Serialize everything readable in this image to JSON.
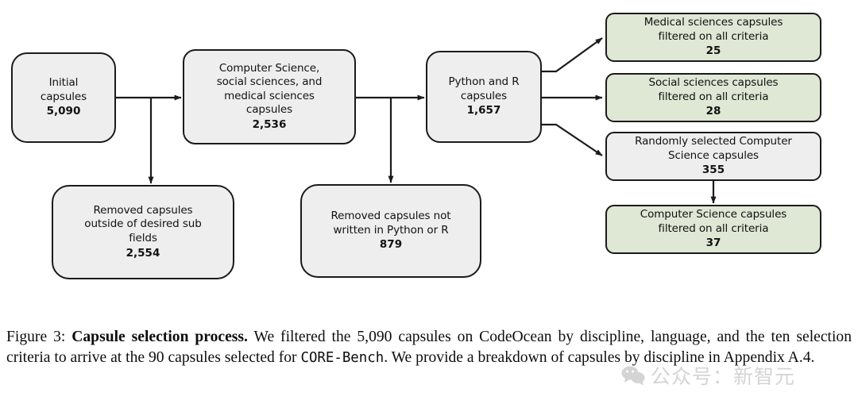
{
  "figure": {
    "type": "flowchart",
    "colors": {
      "box_grey": "#eeeeee",
      "box_green": "#dfe7d5",
      "stroke": "#1b1b1b",
      "background": "#ffffff"
    },
    "nodes": [
      {
        "id": "initial",
        "text": "Initial\ncapsules",
        "value": "5,090",
        "style": "grey"
      },
      {
        "id": "disciplines",
        "text": "Computer Science,\nsocial sciences, and\nmedical sciences\ncapsules",
        "value": "2,536",
        "style": "grey"
      },
      {
        "id": "pythonr",
        "text": "Python and R\ncapsules",
        "value": "1,657",
        "style": "grey"
      },
      {
        "id": "removed_subfield",
        "text": "Removed capsules\noutside of desired sub\nfields",
        "value": "2,554",
        "style": "grey"
      },
      {
        "id": "removed_lang",
        "text": "Removed capsules not\nwritten in Python or R",
        "value": "879",
        "style": "grey"
      },
      {
        "id": "medical",
        "text": "Medical sciences capsules\nfiltered on all criteria",
        "value": "25",
        "style": "green"
      },
      {
        "id": "social",
        "text": "Social sciences capsules\nfiltered on all criteria",
        "value": "28",
        "style": "green"
      },
      {
        "id": "random_cs",
        "text": "Randomly selected Computer\nScience capsules",
        "value": "355",
        "style": "grey"
      },
      {
        "id": "cs_filtered",
        "text": "Computer Science capsules\nfiltered on all criteria",
        "value": "37",
        "style": "green"
      }
    ],
    "edges": [
      {
        "from": "initial",
        "to": "disciplines"
      },
      {
        "from": "initial",
        "to": "removed_subfield"
      },
      {
        "from": "disciplines",
        "to": "pythonr"
      },
      {
        "from": "disciplines",
        "to": "removed_lang"
      },
      {
        "from": "pythonr",
        "to": "medical"
      },
      {
        "from": "pythonr",
        "to": "social"
      },
      {
        "from": "pythonr",
        "to": "random_cs"
      },
      {
        "from": "random_cs",
        "to": "cs_filtered"
      }
    ]
  },
  "caption": {
    "label": "Figure 3:",
    "title": "Capsule selection process.",
    "body_part1": "We filtered the 5,090 capsules on CodeOcean by discipline, language, and the ten selection criteria to arrive at the 90 capsules selected for",
    "benchmark": "CORE-Bench",
    "body_part2": ". We provide a breakdown of capsules by discipline in Appendix A.4."
  },
  "watermark": {
    "text": "公众号：新智元",
    "icon": "wechat-icon"
  }
}
